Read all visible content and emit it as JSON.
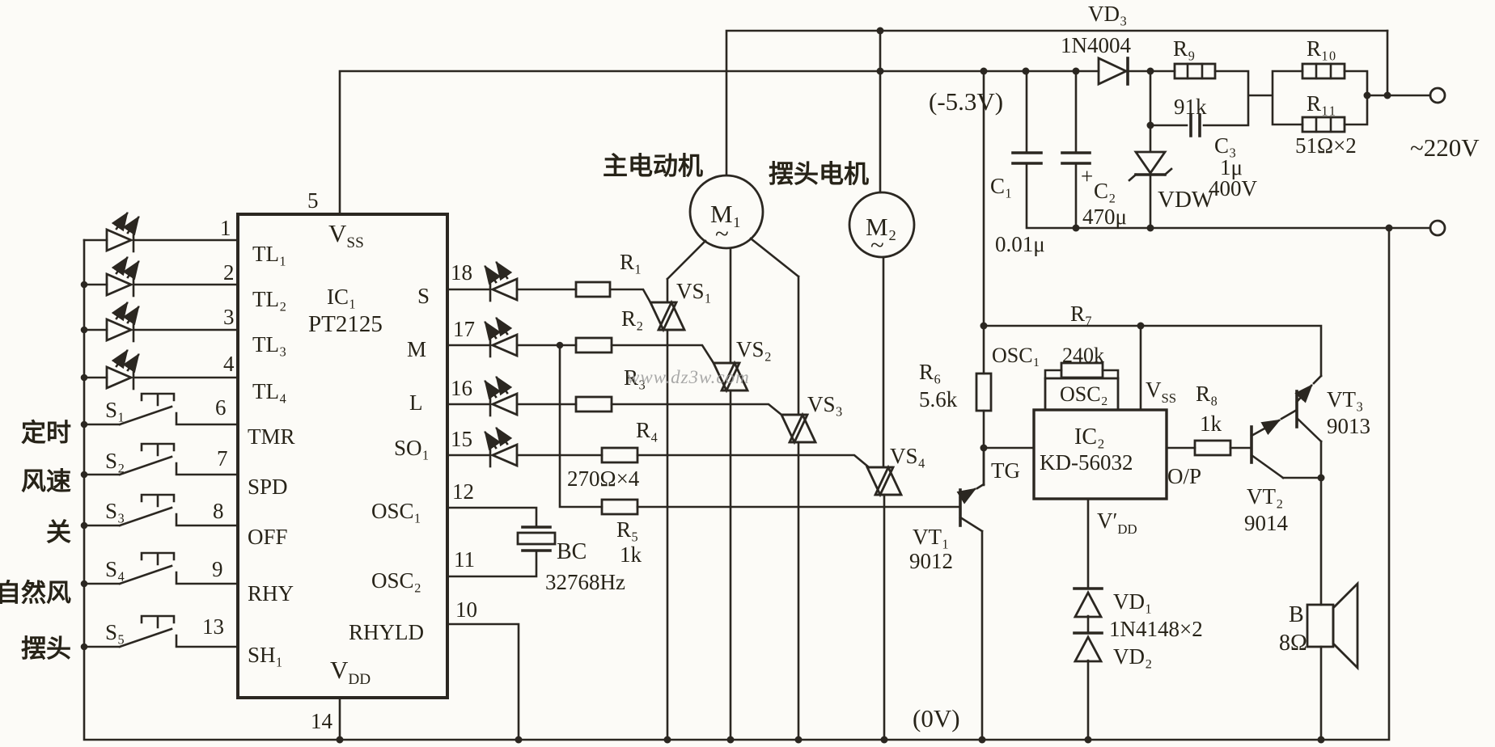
{
  "watermark": "www.dz3w.com",
  "power": {
    "mains": "~220V",
    "neg_rail": "(-5.3V)",
    "zero_rail": "(0V)"
  },
  "ic1": {
    "ref": "IC₁",
    "part": "PT2125",
    "vss_main": "V",
    "vss_sub": "SS",
    "vdd_main": "V",
    "vdd_sub": "DD",
    "pin5": "5",
    "pin14": "14",
    "left": [
      {
        "num": "1",
        "label": "TL₁"
      },
      {
        "num": "2",
        "label": "TL₂"
      },
      {
        "num": "3",
        "label": "TL₃"
      },
      {
        "num": "4",
        "label": "TL₄"
      },
      {
        "num": "6",
        "label": "TMR"
      },
      {
        "num": "7",
        "label": "SPD"
      },
      {
        "num": "8",
        "label": "OFF"
      },
      {
        "num": "9",
        "label": "RHY"
      },
      {
        "num": "13",
        "label": "SH₁"
      }
    ],
    "right": [
      {
        "num": "18",
        "label": "S"
      },
      {
        "num": "17",
        "label": "M"
      },
      {
        "num": "16",
        "label": "L"
      },
      {
        "num": "15",
        "label": "SO₁"
      },
      {
        "num": "12",
        "label": "OSC₁"
      },
      {
        "num": "11",
        "label": "OSC₂"
      },
      {
        "num": "10",
        "label": "RHYLD"
      }
    ]
  },
  "switches": [
    {
      "ref": "S₁",
      "label": "定时"
    },
    {
      "ref": "S₂",
      "label": "风速"
    },
    {
      "ref": "S₃",
      "label": "关"
    },
    {
      "ref": "S₄",
      "label": "自然风"
    },
    {
      "ref": "S₅",
      "label": "摆头"
    }
  ],
  "resistors": {
    "r1": "R₁",
    "r2": "R₂",
    "r3": "R₃",
    "r4": "R₄",
    "r4_value": "270Ω×4",
    "r5": "R₅",
    "r5_value": "1k",
    "r6": "R₆",
    "r6_value": "5.6k",
    "r7": "R₇",
    "r8": "R₈",
    "r8_value": "1k",
    "r9": "R₉",
    "r9_value": "91k",
    "r10": "R₁₀",
    "r11": "R₁₁",
    "r10_11_value": "51Ω×2"
  },
  "capacitors": {
    "c1": "C₁",
    "c1_value": "0.01μ",
    "c2_plus": "+",
    "c2": "C₂",
    "c2_value": "470μ",
    "c3": "C₃",
    "c3_value": "1μ",
    "c3_voltage": "400V"
  },
  "diodes": {
    "vd3": "VD₃",
    "vd3_part": "1N4004",
    "vdw": "VDW",
    "vd1": "VD₁",
    "vd2": "VD₂",
    "vd12_part": "1N4148×2"
  },
  "triacs": {
    "vs1": "VS₁",
    "vs2": "VS₂",
    "vs3": "VS₃",
    "vs4": "VS₄"
  },
  "motors": {
    "m1": {
      "name": "主电动机",
      "ref": "M₁",
      "ac": "~"
    },
    "m2": {
      "name": "摆头电机",
      "ref": "M₂",
      "ac": "~"
    }
  },
  "ic2": {
    "ref": "IC₂",
    "part": "KD-56032",
    "osc1": "OSC₁",
    "osc1_value": "240k",
    "osc2": "OSC₂",
    "vss_main": "V",
    "vss_sub": "SS",
    "vdd_main": "V′",
    "vdd_sub": "DD",
    "tg": "TG",
    "op": "O/P"
  },
  "crystal": {
    "ref": "BC",
    "freq": "32768Hz"
  },
  "transistors": {
    "vt1": {
      "ref": "VT₁",
      "part": "9012"
    },
    "vt2": {
      "ref": "VT₂",
      "part": "9014"
    },
    "vt3": {
      "ref": "VT₃",
      "part": "9013"
    }
  },
  "speaker": {
    "ref": "B",
    "value": "8Ω"
  }
}
